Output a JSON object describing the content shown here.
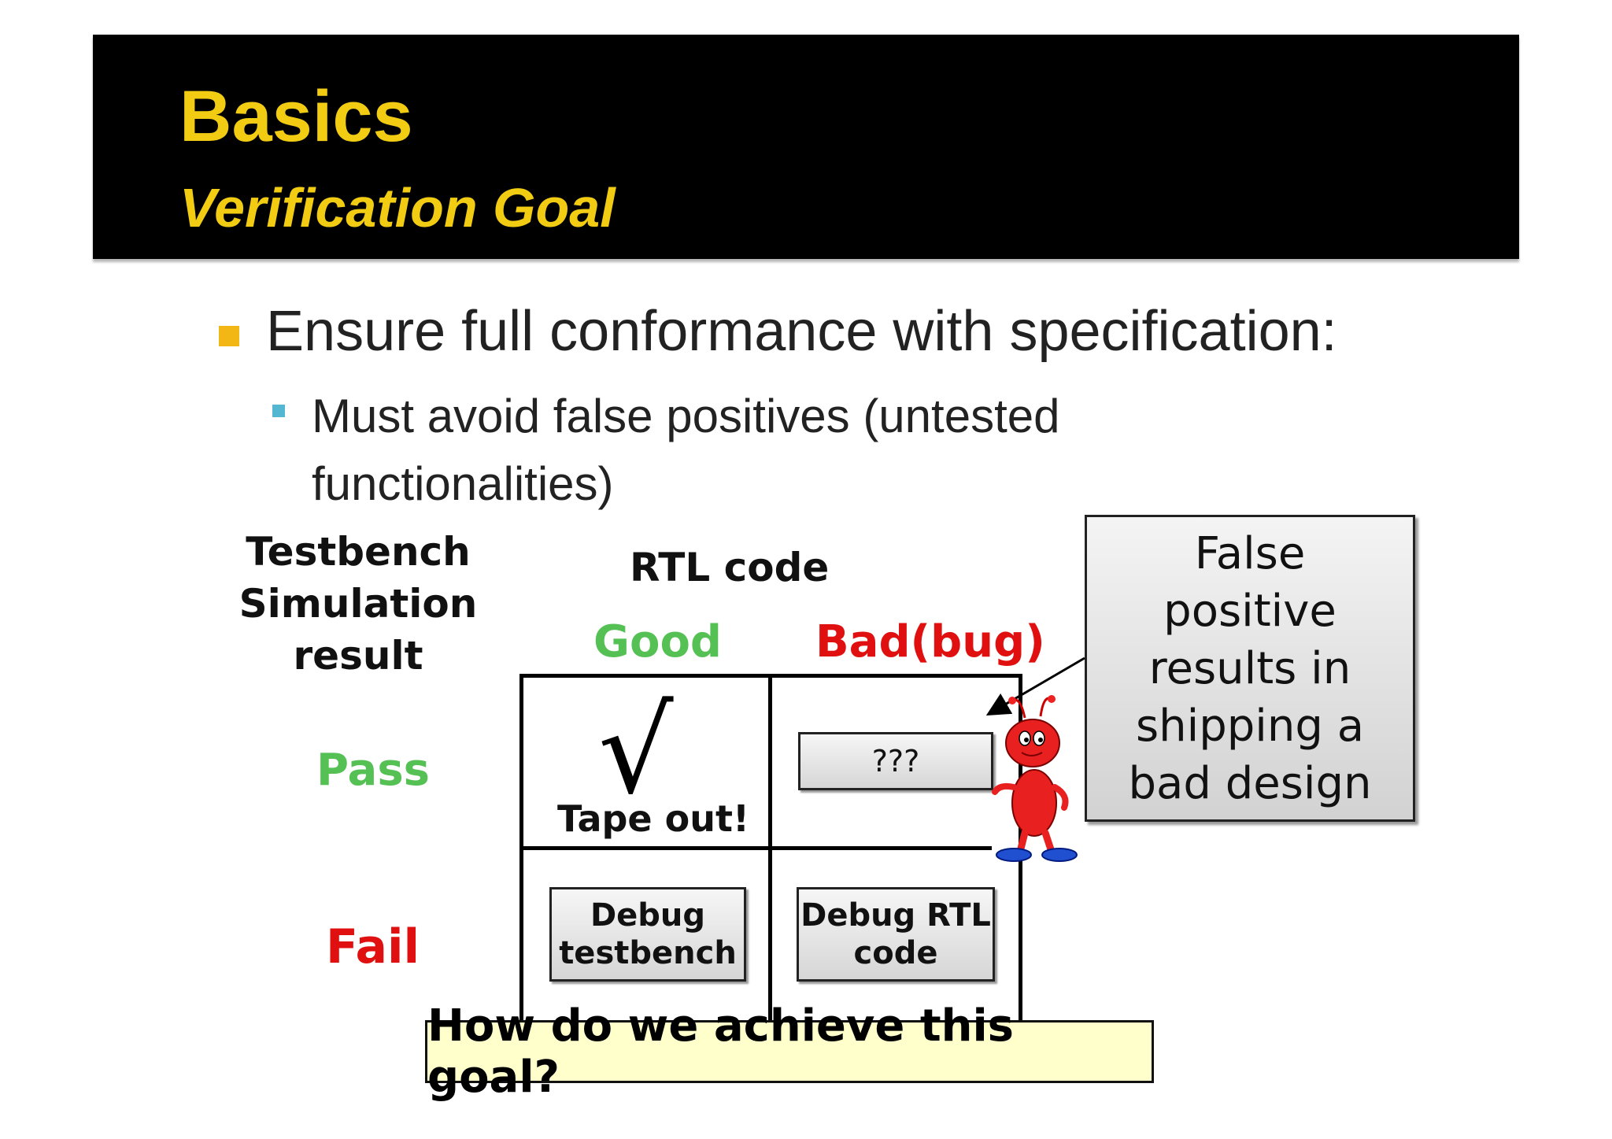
{
  "header": {
    "title": "Basics",
    "subtitle": "Verification Goal"
  },
  "bullets": {
    "level1": "Ensure full conformance with specification:",
    "level2": "Must avoid false positives (untested functionalities)"
  },
  "diagram": {
    "row_header": [
      "Testbench",
      "Simulation",
      "result"
    ],
    "col_header": "RTL code",
    "col_good": "Good",
    "col_bad": "Bad(bug)",
    "row_pass": "Pass",
    "row_fail": "Fail",
    "check_mark": "√",
    "tape_out": "Tape out!",
    "unknown": "???",
    "debug_testbench": [
      "Debug",
      "testbench"
    ],
    "debug_rtl": [
      "Debug RTL",
      "code"
    ],
    "callout": [
      "False",
      "positive",
      "results in",
      "shipping a",
      "bad design"
    ],
    "question": "How do we achieve this goal?",
    "colors": {
      "good": "#55c155",
      "bad": "#e01010",
      "title": "#f2cc12",
      "question_bg": "#ffffcc"
    },
    "mascot_icon": "red-bug-mascot-icon"
  }
}
